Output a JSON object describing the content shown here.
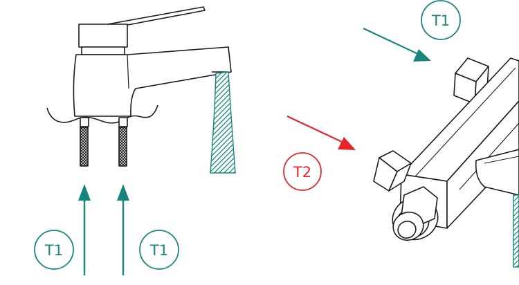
{
  "labels": {
    "mixer_temp": "T1",
    "hot_temp": "T2",
    "left_inlet_temp": "T1",
    "right_inlet_temp": "T1"
  },
  "colors": {
    "teal": "#15857e",
    "red": "#e8232a",
    "line": "#1a1a1a",
    "background": "#ffffff"
  }
}
